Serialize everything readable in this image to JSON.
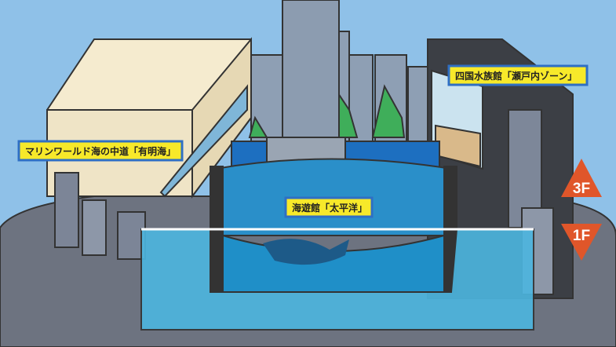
{
  "labels": {
    "marine_world": "マリンワールド海の中道「有明海」",
    "shikoku": "四国水族館「瀬戸内ゾーン」",
    "kaiyukan": "海遊館「太平洋」"
  },
  "floors": {
    "upper": "3F",
    "lower": "1F"
  },
  "colors": {
    "sky": "#8fc1e8",
    "label_bg": "#f7e92a",
    "label_border": "#2f6fc4",
    "floor_arrow": "#e0562a",
    "water": "#1f8fc8"
  }
}
